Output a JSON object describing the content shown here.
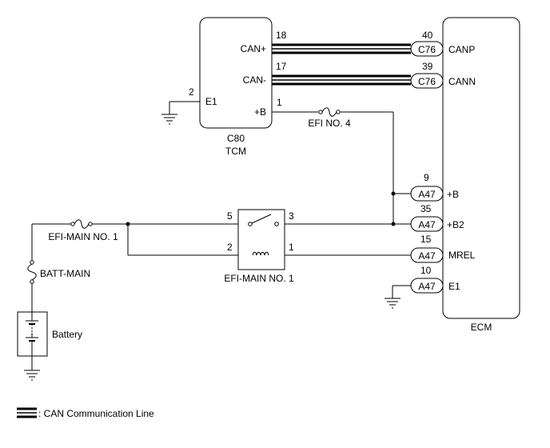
{
  "tcm": {
    "connector": "C80",
    "name": "TCM",
    "pins": {
      "can_plus": {
        "num": "18",
        "label": "CAN+"
      },
      "can_minus": {
        "num": "17",
        "label": "CAN-"
      },
      "e1": {
        "num": "2",
        "label": "E1"
      },
      "plus_b": {
        "num": "1",
        "label": "+B"
      }
    }
  },
  "ecm": {
    "name": "ECM",
    "pins": {
      "canp": {
        "num": "40",
        "connector": "C76",
        "label": "CANP"
      },
      "cann": {
        "num": "39",
        "connector": "C76",
        "label": "CANN"
      },
      "plus_b": {
        "num": "9",
        "connector": "A47",
        "label": "+B"
      },
      "plus_b2": {
        "num": "35",
        "connector": "A47",
        "label": "+B2"
      },
      "mrel": {
        "num": "15",
        "connector": "A47",
        "label": "MREL"
      },
      "e1": {
        "num": "10",
        "connector": "A47",
        "label": "E1"
      }
    }
  },
  "fuses": {
    "efi_no4": "EFI NO. 4",
    "efi_main_no1": "EFI-MAIN NO. 1",
    "batt_main": "BATT-MAIN"
  },
  "relay": {
    "label": "EFI-MAIN NO. 1",
    "pins": {
      "p5": "5",
      "p3": "3",
      "p2": "2",
      "p1": "1"
    }
  },
  "battery": {
    "label": "Battery"
  },
  "legend": {
    "text": ": CAN Communication Line"
  }
}
